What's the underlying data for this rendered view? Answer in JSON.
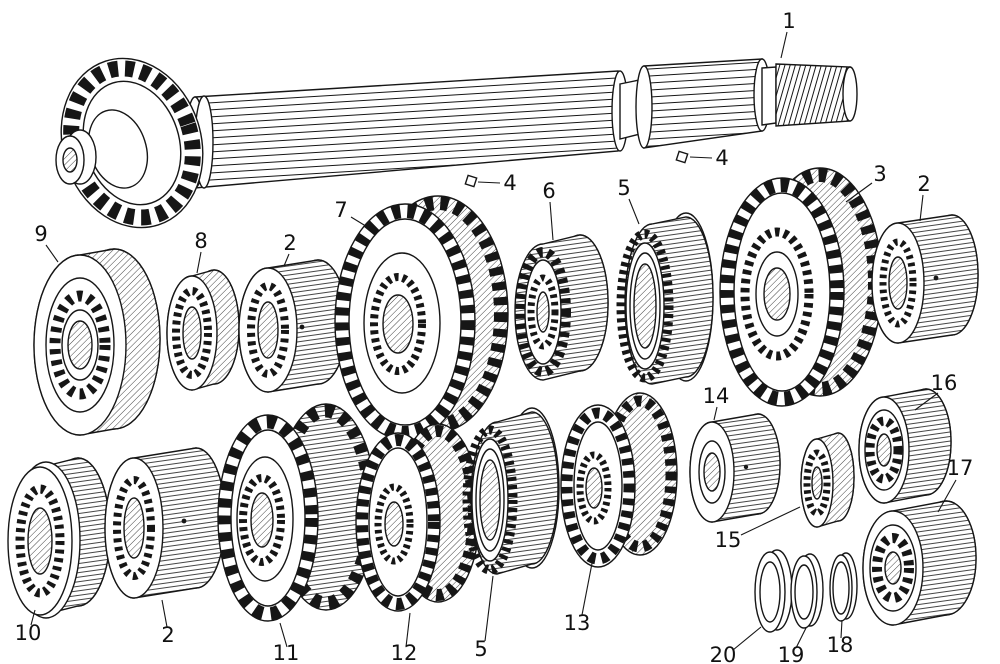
{
  "figure": {
    "type": "exploded-parts-diagram",
    "background": "#ffffff",
    "ink": "#161616"
  },
  "labels": [
    {
      "text": "1",
      "part": "splined-drive-shaft-with-bevel-pinion"
    },
    {
      "text": "4",
      "part": "set-screw"
    },
    {
      "text": "4",
      "part": "set-screw"
    },
    {
      "text": "9",
      "part": "roller-bearing"
    },
    {
      "text": "8",
      "part": "splined-bushing"
    },
    {
      "text": "2",
      "part": "bushing"
    },
    {
      "text": "7",
      "part": "spur-gear"
    },
    {
      "text": "6",
      "part": "splined-hub"
    },
    {
      "text": "5",
      "part": "toothed-ring"
    },
    {
      "text": "3",
      "part": "spur-gear"
    },
    {
      "text": "2",
      "part": "bushing"
    },
    {
      "text": "14",
      "part": "bushing"
    },
    {
      "text": "16",
      "part": "roller-bearing"
    },
    {
      "text": "17",
      "part": "roller-bearing"
    },
    {
      "text": "15",
      "part": "splined-hub"
    },
    {
      "text": "10",
      "part": "splined-sleeve"
    },
    {
      "text": "2",
      "part": "bushing"
    },
    {
      "text": "11",
      "part": "spur-gear"
    },
    {
      "text": "12",
      "part": "spur-gear"
    },
    {
      "text": "5",
      "part": "toothed-ring"
    },
    {
      "text": "13",
      "part": "spur-gear"
    },
    {
      "text": "18",
      "part": "snap-ring"
    },
    {
      "text": "19",
      "part": "snap-ring"
    },
    {
      "text": "20",
      "part": "snap-ring"
    }
  ]
}
